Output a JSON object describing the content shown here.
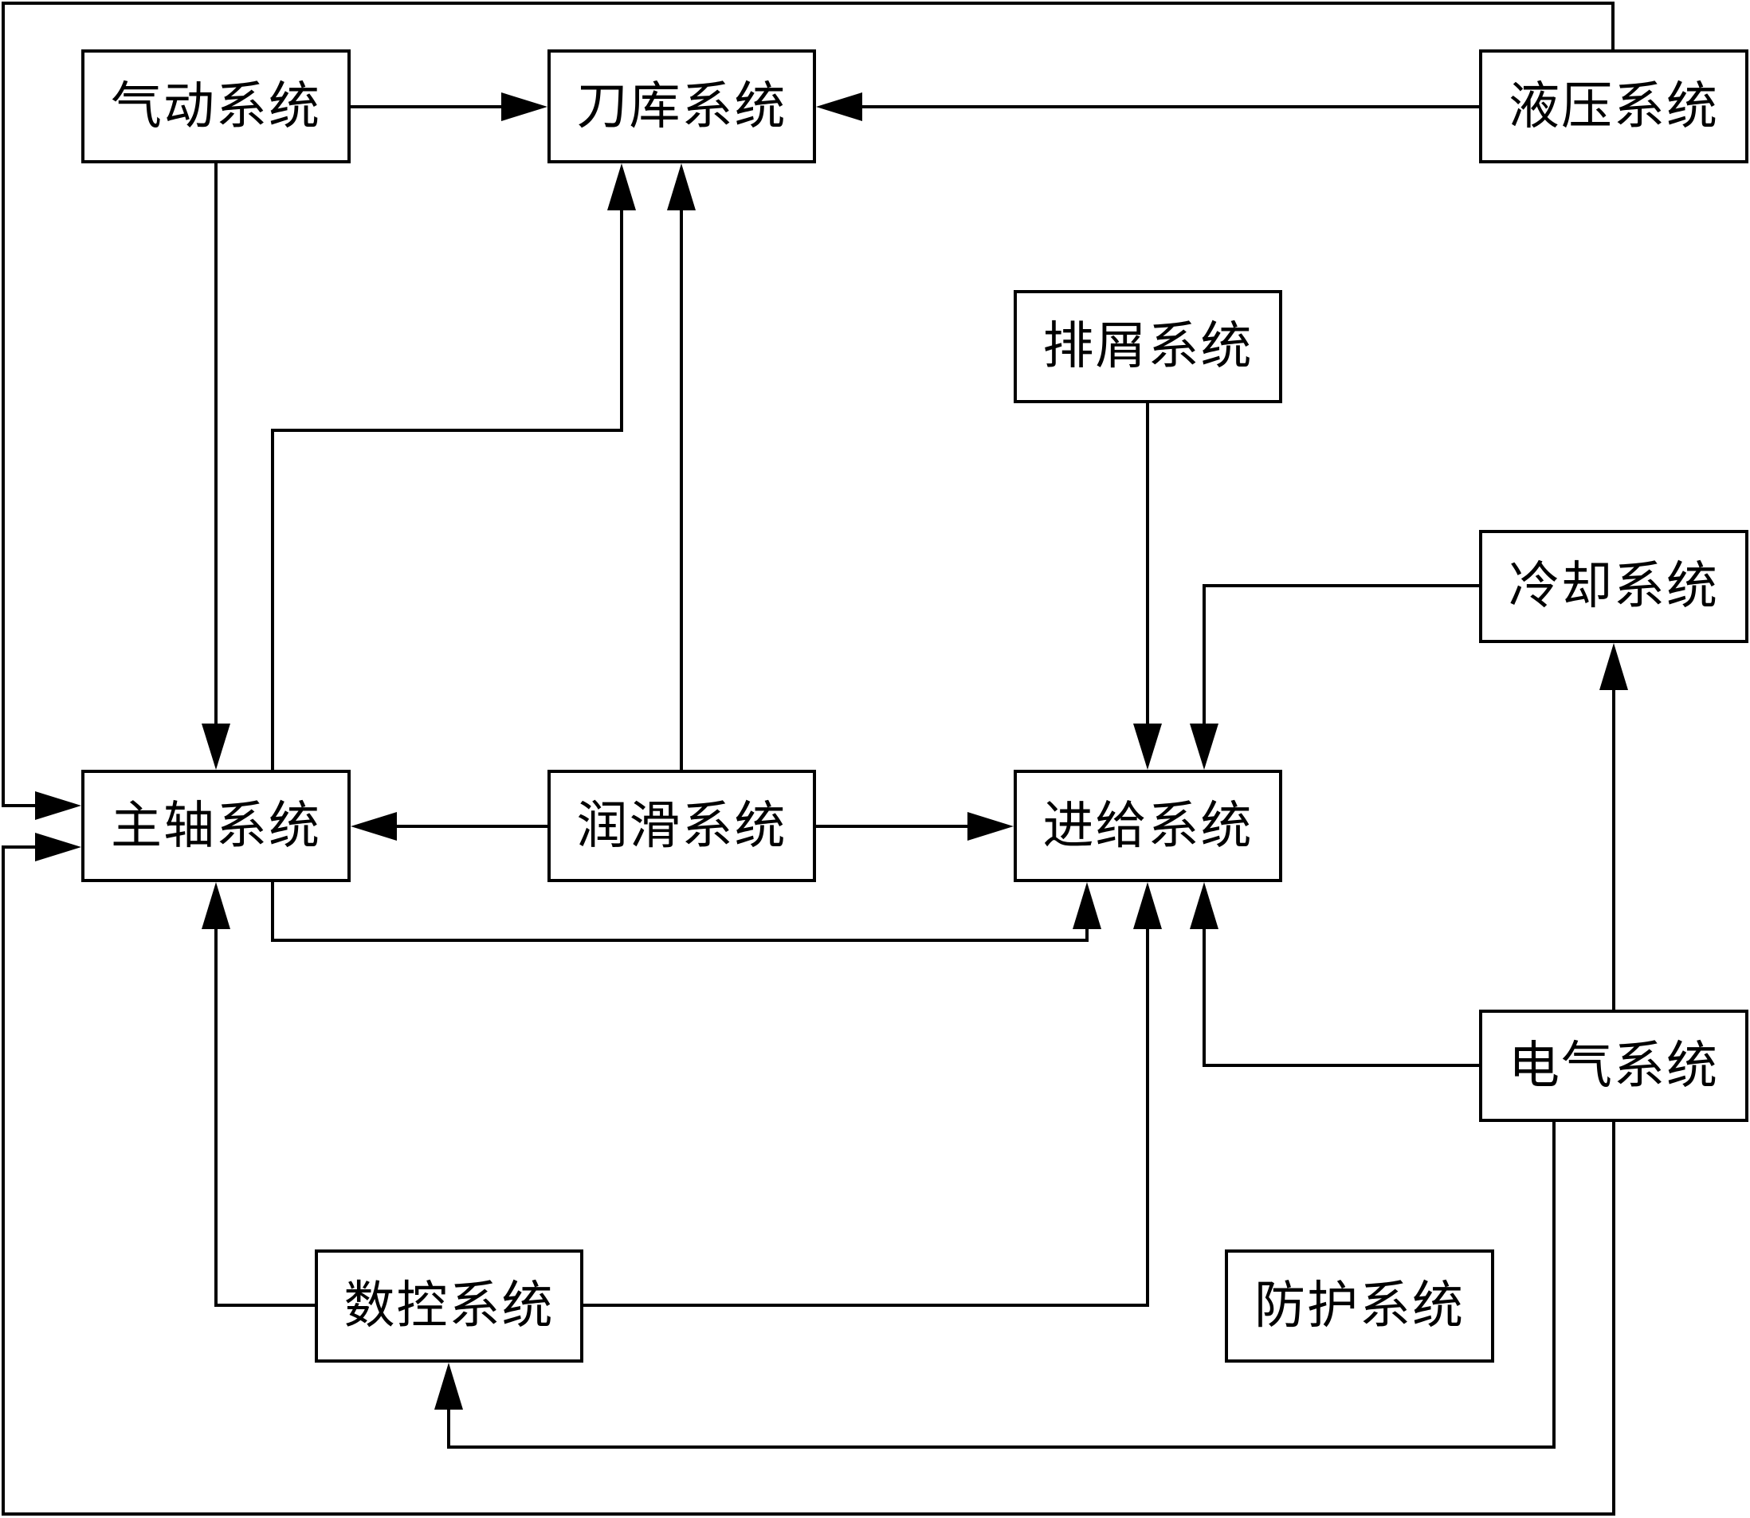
{
  "diagram": {
    "type": "block-diagram",
    "colors": {
      "stroke": "#000000",
      "background": "#ffffff",
      "text": "#000000"
    },
    "nodes": [
      {
        "id": "pneumatic",
        "label": "气动系统"
      },
      {
        "id": "toolmag",
        "label": "刀库系统"
      },
      {
        "id": "hydraulic",
        "label": "液压系统"
      },
      {
        "id": "chip",
        "label": "排屑系统"
      },
      {
        "id": "cooling",
        "label": "冷却系统"
      },
      {
        "id": "spindle",
        "label": "主轴系统"
      },
      {
        "id": "lubrication",
        "label": "润滑系统"
      },
      {
        "id": "feed",
        "label": "进给系统"
      },
      {
        "id": "electrical",
        "label": "电气系统"
      },
      {
        "id": "cnc",
        "label": "数控系统"
      },
      {
        "id": "protection",
        "label": "防护系统"
      }
    ],
    "edges": [
      {
        "from": "pneumatic",
        "to": "toolmag"
      },
      {
        "from": "hydraulic",
        "to": "toolmag"
      },
      {
        "from": "pneumatic",
        "to": "spindle"
      },
      {
        "from": "spindle",
        "to": "toolmag"
      },
      {
        "from": "lubrication",
        "to": "toolmag"
      },
      {
        "from": "lubrication",
        "to": "spindle"
      },
      {
        "from": "lubrication",
        "to": "feed"
      },
      {
        "from": "chip",
        "to": "feed"
      },
      {
        "from": "cooling",
        "to": "feed"
      },
      {
        "from": "hydraulic",
        "to": "spindle"
      },
      {
        "from": "spindle",
        "to": "feed"
      },
      {
        "from": "cnc",
        "to": "spindle"
      },
      {
        "from": "cnc",
        "to": "feed"
      },
      {
        "from": "electrical",
        "to": "feed"
      },
      {
        "from": "electrical",
        "to": "cooling"
      },
      {
        "from": "electrical",
        "to": "cnc"
      },
      {
        "from": "electrical",
        "to": "spindle"
      }
    ]
  }
}
